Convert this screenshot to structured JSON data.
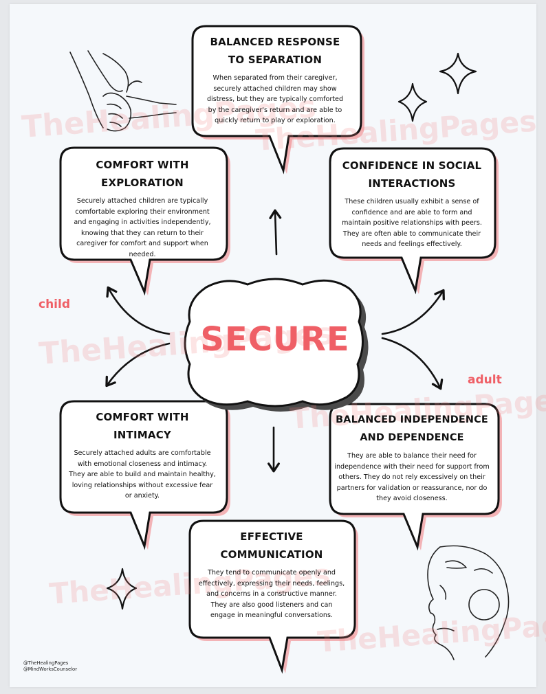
{
  "center": {
    "title": "SECURE"
  },
  "side_labels": {
    "child": "child",
    "adult": "adult"
  },
  "bubbles": {
    "top": {
      "title": "BALANCED RESPONSE TO SEPARATION",
      "body": "When separated from their caregiver, securely attached children may show distress, but they are typically comforted by the caregiver's return and are able to quickly return to play or exploration."
    },
    "top_left": {
      "title": "COMFORT WITH EXPLORATION",
      "body": "Securely attached children are typically comfortable exploring their environment and engaging in activities independently, knowing that they can return to their caregiver for comfort and support when needed."
    },
    "top_right": {
      "title": "CONFIDENCE IN SOCIAL INTERACTIONS",
      "body": "These children usually exhibit a sense of confidence and are able to form and maintain positive relationships with peers. They are often able to communicate their needs and feelings effectively."
    },
    "bottom_left": {
      "title": "COMFORT WITH INTIMACY",
      "body": "Securely attached adults are comfortable with emotional closeness and intimacy. They are able to build and maintain healthy, loving relationships without excessive fear or anxiety."
    },
    "bottom_right": {
      "title": "BALANCED INDEPENDENCE AND DEPENDENCE",
      "body": "They are able to balance their need for independence with their need for support from others. They do not rely excessively on their partners for validation or reassurance, nor do they avoid closeness."
    },
    "bottom": {
      "title": "EFFECTIVE COMMUNICATION",
      "body": "They tend to communicate openly and effectively, expressing their needs, feelings, and concerns in a constructive manner. They are also good listeners and can engage in meaningful conversations."
    }
  },
  "watermark": "TheHealingPages",
  "credits": [
    "@TheHealingPages",
    "@MindWorksCounselor"
  ],
  "colors": {
    "accent": "#ef5f66",
    "shadow": "#f3b3b6",
    "ink": "#111111",
    "paper": "#f5f8fb"
  },
  "icons": [
    "holding-hands-icon",
    "sparkle-icon",
    "face-line-art-icon"
  ]
}
